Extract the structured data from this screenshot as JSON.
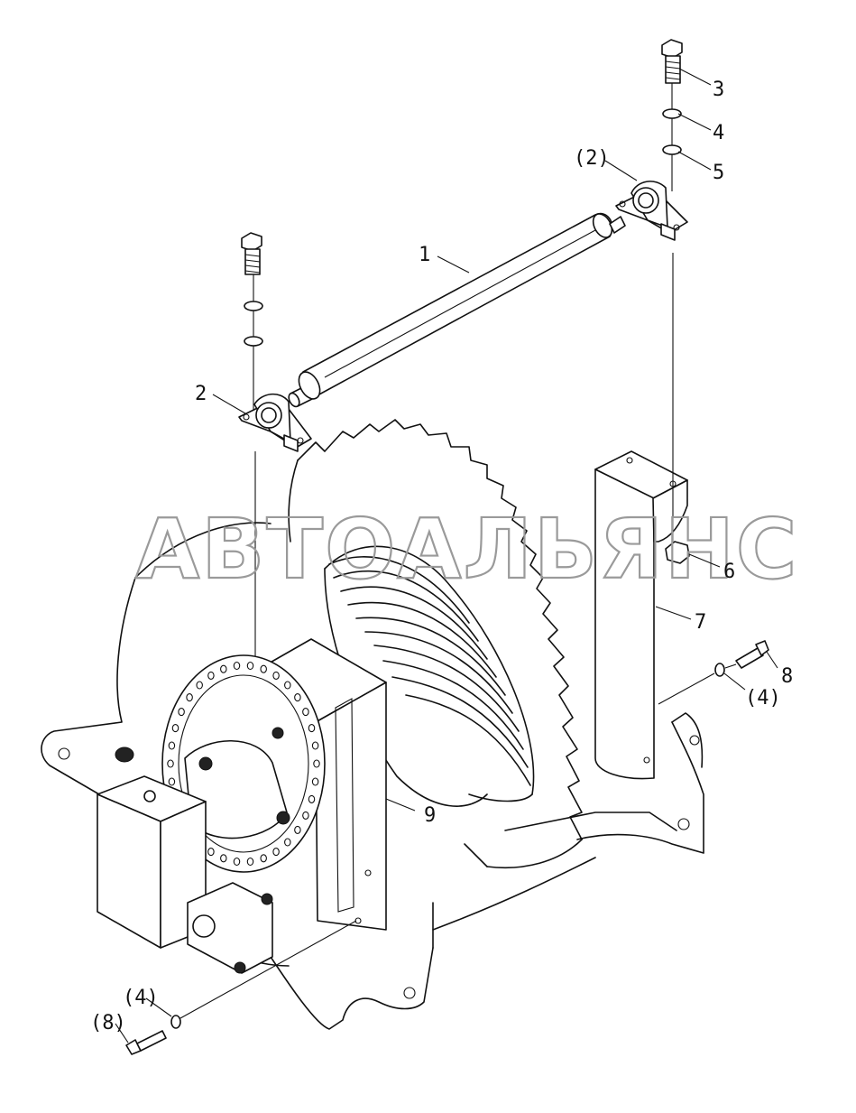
{
  "watermark": "АВТОАЛЬЯНС",
  "callouts": [
    {
      "id": "1",
      "label": "1"
    },
    {
      "id": "2",
      "label": "2"
    },
    {
      "id": "2b",
      "label": "(2)"
    },
    {
      "id": "3",
      "label": "3"
    },
    {
      "id": "4",
      "label": "4"
    },
    {
      "id": "4b",
      "label": "(4)"
    },
    {
      "id": "4c",
      "label": "(4)"
    },
    {
      "id": "5",
      "label": "5"
    },
    {
      "id": "6",
      "label": "6"
    },
    {
      "id": "7",
      "label": "7"
    },
    {
      "id": "8",
      "label": "8"
    },
    {
      "id": "8b",
      "label": "(8)"
    },
    {
      "id": "9",
      "label": "9"
    }
  ],
  "parts": [
    "roller",
    "pillow-block-bearing",
    "bolt",
    "lock-washer",
    "flat-washer",
    "nut",
    "right-bracket",
    "left-bracket",
    "winch-drum",
    "hydraulic-motor"
  ]
}
